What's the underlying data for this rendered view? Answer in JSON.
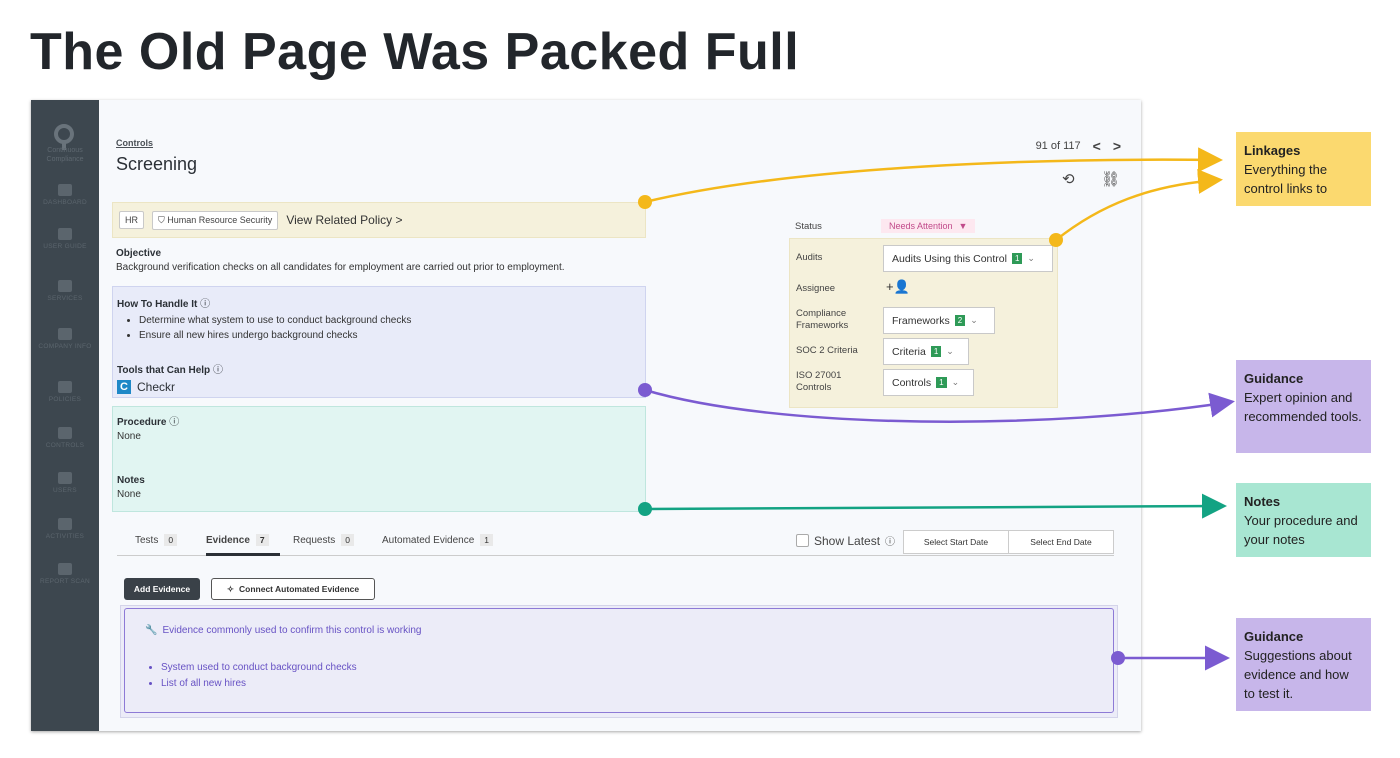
{
  "slide_title": "The Old Page Was Packed Full",
  "sidebar": {
    "brand": "Continuous Compliance",
    "items": [
      {
        "label": "DASHBOARD",
        "icon": "flag-icon"
      },
      {
        "label": "USER GUIDE",
        "icon": "lightbulb-icon"
      },
      {
        "label": "SERVICES",
        "icon": "star-icon"
      },
      {
        "label": "COMPANY INFO",
        "icon": "building-icon"
      },
      {
        "label": "POLICIES",
        "icon": "document-icon"
      },
      {
        "label": "CONTROLS",
        "icon": "controls-icon"
      },
      {
        "label": "USERS",
        "icon": "users-icon"
      },
      {
        "label": "ACTIVITIES",
        "icon": "gear-icon"
      },
      {
        "label": "REPORT SCAN",
        "icon": "scan-icon"
      }
    ]
  },
  "header": {
    "breadcrumb": "Controls",
    "title": "Screening",
    "pager": "91 of 117",
    "prev": "<",
    "next": ">"
  },
  "policy": {
    "chip_hr": "HR",
    "chip_category": "Human Resource Security",
    "link": "View Related Policy >"
  },
  "objective": {
    "heading": "Objective",
    "text": "Background verification checks on all candidates for employment are carried out prior to employment."
  },
  "guidance": {
    "heading": "How To Handle It",
    "items": [
      "Determine what system to use to conduct background checks",
      "Ensure all new hires undergo background checks"
    ],
    "tools_heading": "Tools that Can Help",
    "tool_name": "Checkr"
  },
  "procedure": {
    "heading": "Procedure",
    "value": "None"
  },
  "notes": {
    "heading": "Notes",
    "value": "None"
  },
  "status": {
    "status_label": "Status",
    "status_value": "Needs Attention",
    "audits_label": "Audits",
    "audits_value": "Audits Using this Control",
    "audits_count": "1",
    "assignee_label": "Assignee",
    "frameworks_label": "Compliance Frameworks",
    "frameworks_value": "Frameworks",
    "frameworks_count": "2",
    "soc2_label": "SOC 2 Criteria",
    "soc2_value": "Criteria",
    "soc2_count": "1",
    "iso_label": "ISO 27001 Controls",
    "iso_value": "Controls",
    "iso_count": "1"
  },
  "tabs": [
    {
      "label": "Tests",
      "count": "0"
    },
    {
      "label": "Evidence",
      "count": "7"
    },
    {
      "label": "Requests",
      "count": "0"
    },
    {
      "label": "Automated Evidence",
      "count": "1"
    }
  ],
  "filters": {
    "show_latest": "Show Latest",
    "start_date": "Select Start Date",
    "end_date": "Select End Date"
  },
  "evidence": {
    "add_button": "Add Evidence",
    "connect_button": "Connect Automated Evidence",
    "guidance_heading": "Evidence commonly used to confirm this control is working",
    "items": [
      "System used to conduct background checks",
      "List of all new hires"
    ]
  },
  "callouts": [
    {
      "title": "Linkages",
      "text": "Everything the control links to",
      "color": "#fbd96f"
    },
    {
      "title": "Guidance",
      "text": "Expert opinion and recommended tools.",
      "color": "#c7b6ea"
    },
    {
      "title": "Notes",
      "text": "Your procedure and your notes",
      "color": "#a8e6d2"
    },
    {
      "title": "Guidance",
      "text": "Suggestions about evidence and how to test it.",
      "color": "#c7b6ea"
    }
  ],
  "colors": {
    "yellow": "#f4b81a",
    "purple": "#7b5bd1",
    "green": "#13a383"
  }
}
